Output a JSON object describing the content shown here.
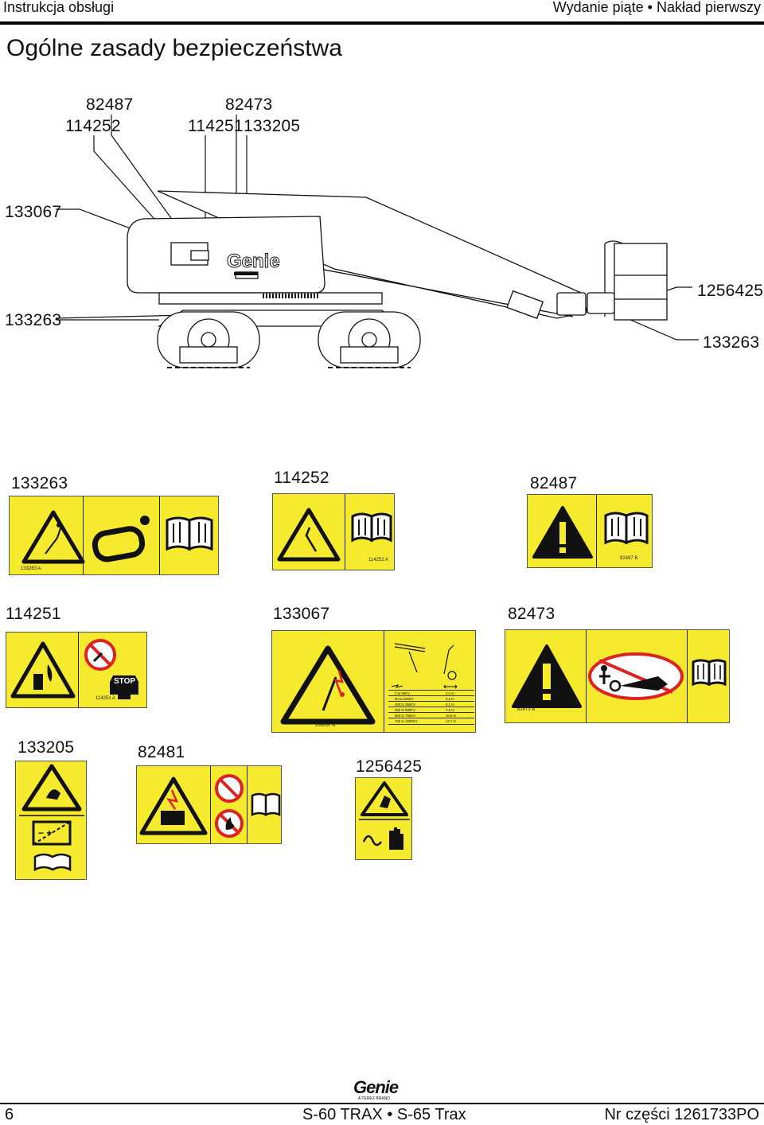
{
  "header": {
    "left": "Instrukcja obsługi",
    "right": "Wydanie piąte • Nakład pierwszy"
  },
  "page_title": "Ogólne zasady bezpieczeństwa",
  "machine_diagram": {
    "callouts": {
      "top_82487": "82487",
      "top_114252": "114252",
      "top_82473": "82473",
      "top_114251": "114251",
      "top_133205": "133205",
      "left_133067": "133067",
      "left_133263": "133263",
      "right_1256425": "1256425",
      "right_133263": "133263"
    },
    "brand": "Genie"
  },
  "decals": {
    "d133263": {
      "label": "133263",
      "code": "133263 A"
    },
    "d114252": {
      "label": "114252",
      "code": "114252 A"
    },
    "d82487": {
      "label": "82487",
      "code": "82487 B"
    },
    "d114251": {
      "label": "114251",
      "code": "114251 A",
      "stop": "STOP"
    },
    "d133067": {
      "label": "133067",
      "code": "133067 A",
      "table": [
        [
          "0 to 50KV",
          "3,0 m"
        ],
        [
          "50 to 200KV",
          "4,6 m"
        ],
        [
          "200 to 350KV",
          "6,1 m"
        ],
        [
          "350 to 500KV",
          "7,6 m"
        ],
        [
          "500 to 750KV",
          "10,6 m"
        ],
        [
          "750 to 1000KV",
          "13,7 m"
        ]
      ]
    },
    "d82473": {
      "label": "82473",
      "code": "82473 B"
    },
    "d133205": {
      "label": "133205"
    },
    "d82481": {
      "label": "82481"
    },
    "d1256425": {
      "label": "1256425"
    }
  },
  "footer": {
    "page_number": "6",
    "model": "S-60 TRAX • S-65 Trax",
    "part_number": "Nr części 1261733PO",
    "brand": "Genie",
    "brand_sub": "A TEREX BRAND"
  }
}
